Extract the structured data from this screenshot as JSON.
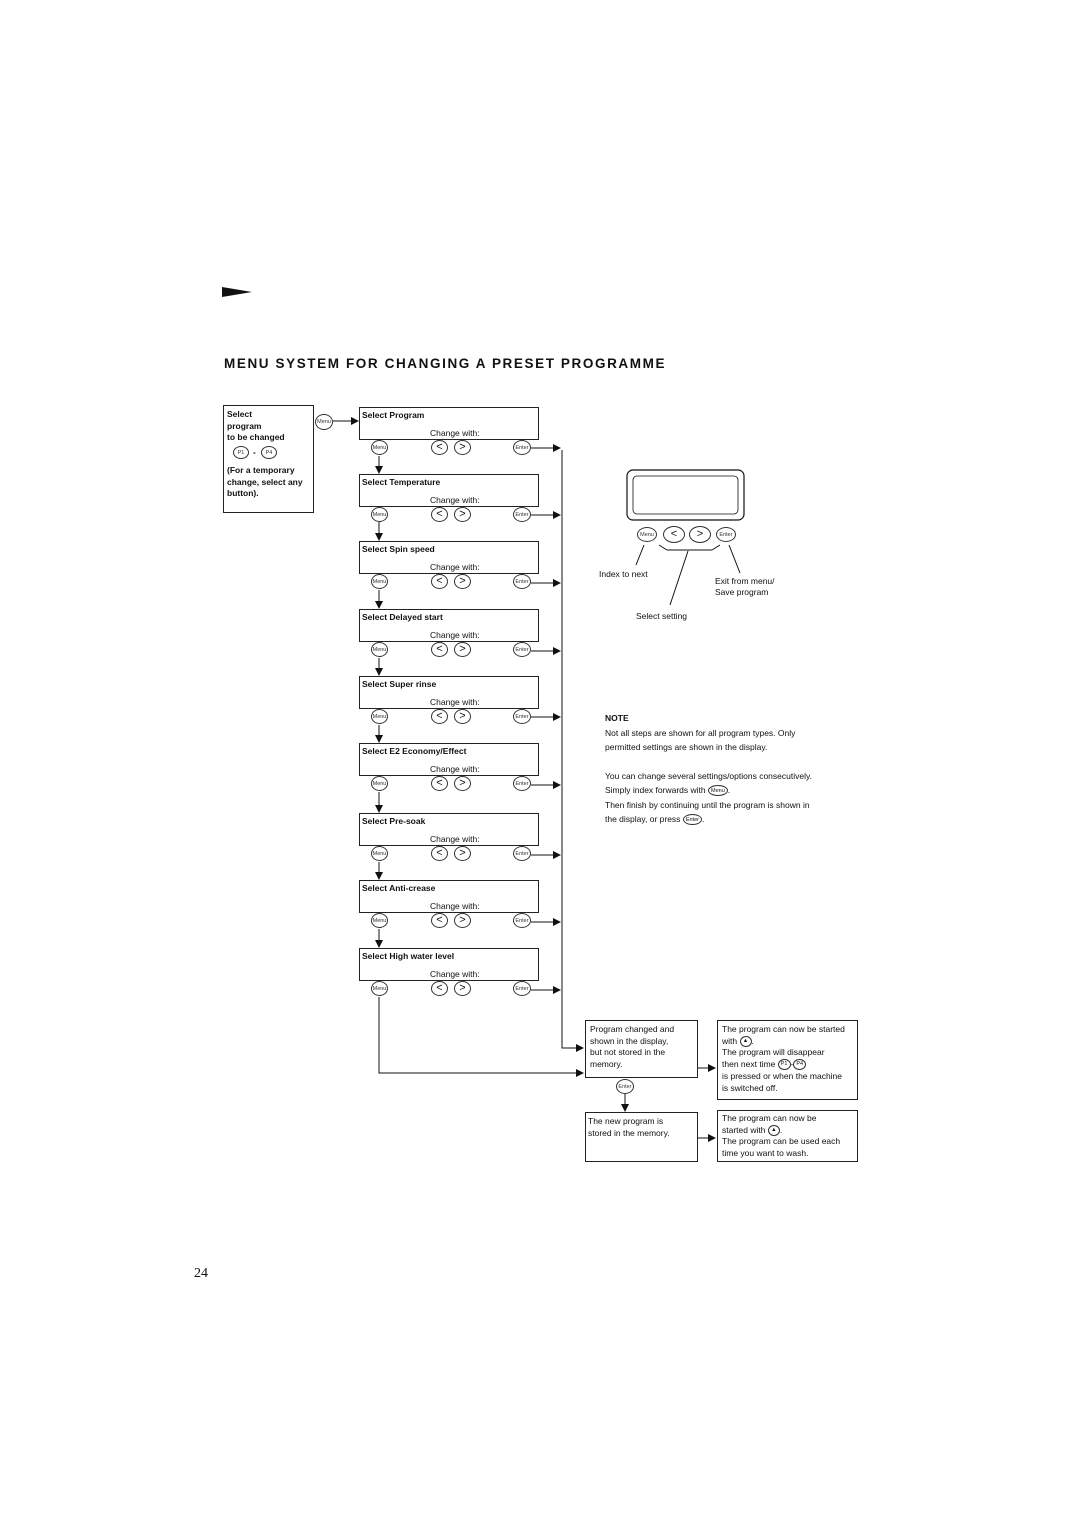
{
  "page": {
    "title": "MENU SYSTEM FOR CHANGING A PRESET PROGRAMME",
    "page_number": "24"
  },
  "select_box": {
    "line1": "Select",
    "line2": "program",
    "line3": "to be changed",
    "p1": "P1",
    "dash": "-",
    "p4": "P4",
    "note1": "(For a temporary",
    "note2": "change, select any",
    "note3": "button)."
  },
  "buttons": {
    "menu": "Menu",
    "enter": "Enter",
    "left": "<",
    "right": ">"
  },
  "change_with": "Change with:",
  "steps": [
    {
      "title": "Select Program"
    },
    {
      "title": "Select Temperature"
    },
    {
      "title": "Select Spin speed"
    },
    {
      "title": "Select Delayed start"
    },
    {
      "title": "Select Super rinse"
    },
    {
      "title": "Select E2 Economy/Effect"
    },
    {
      "title": "Select Pre-soak"
    },
    {
      "title": "Select Anti-crease"
    },
    {
      "title": "Select High water level"
    }
  ],
  "panel": {
    "index_label": "Index to next",
    "exit_label_1": "Exit from menu/",
    "exit_label_2": "Save program",
    "select_label": "Select setting"
  },
  "note": {
    "heading": "NOTE",
    "p1_line1": "Not all steps are shown for all program types. Only",
    "p1_line2": "permitted settings are shown in the display.",
    "p2_line1": "You can change several settings/options consecutively.",
    "p2_line2a": "Simply index forwards with",
    "p2_line2b": ".",
    "p2_line3": "Then finish by continuing until the program is shown in",
    "p2_line4a": "the display, or press",
    "p2_line4b": "."
  },
  "result_boxes": {
    "changed": [
      "Program changed and",
      "shown in the display,",
      "but not stored in the",
      "memory."
    ],
    "new": [
      "The new program is",
      "stored in the memory."
    ],
    "started1_line1": "The program can now be started",
    "started1_line2a": "with",
    "started1_line2b": ".",
    "started1_line3": "The program will disappear",
    "started1_line4a": "then next time",
    "started1_line4b": "-",
    "started1_line5": "is pressed or when the machine",
    "started1_line6": "is switched off.",
    "started2_line1": "The program can now be",
    "started2_line2a": "started with",
    "started2_line2b": ".",
    "started2_line3": "The program can be used each",
    "started2_line4": "time you want to wash.",
    "start_icon": "start-icon"
  }
}
